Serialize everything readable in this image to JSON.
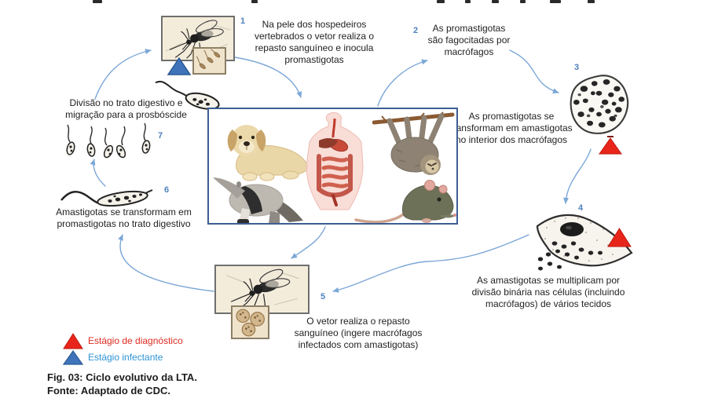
{
  "diagram": {
    "title_fragment_note": "cropped text line at top edge",
    "steps": [
      {
        "number": "1",
        "lines": [
          "Na pele dos hospedeiros",
          "vertebrados o vetor realiza o",
          "repasto sanguíneo e inocula",
          "promastigotas"
        ]
      },
      {
        "number": "2",
        "lines": [
          "As promastigotas",
          "são fagocitadas por",
          "macrófagos"
        ]
      },
      {
        "number": "3",
        "lines": [
          "As promastigotas se",
          "transformam em amastigotas",
          "no interior dos macrófagos"
        ]
      },
      {
        "number": "4",
        "lines": [
          "As amastigotas se multiplicam por",
          "divisão binária nas células (incluindo",
          "macrófagos) de vários tecidos"
        ]
      },
      {
        "number": "5",
        "lines": [
          "O vetor realiza o repasto",
          "sanguíneo (ingere macrófagos",
          "infectados com amastigotas)"
        ]
      },
      {
        "number": "6",
        "lines": [
          "Amastigotas se transformam em",
          "promastigotas no trato digestivo"
        ]
      },
      {
        "number": "7",
        "lines": [
          "Divisão no trato digestivo e",
          "migração para a prosbóscide"
        ]
      }
    ],
    "legend": {
      "diagnostic": {
        "icon": "red-triangle-icon",
        "label": "Estágio de diagnóstico",
        "color": "#dd2b20"
      },
      "infective": {
        "icon": "blue-triangle-icon",
        "label": "Estágio infectante",
        "color": "#2e93d5"
      }
    },
    "caption": {
      "line1": "Fig. 03: Ciclo evolutivo da LTA.",
      "line2": "Fonte: Adaptado de CDC."
    },
    "icons": {
      "sandfly": "sandfly-icon",
      "promastigote": "promastigote-icon",
      "macrophage": "macrophage-icon",
      "infected_cell": "infected-cell-icon",
      "dividing_promastigotes": "dividing-promastigotes-icon",
      "host_images": [
        "dog-image",
        "human-digestive-image",
        "sloth-image",
        "anteater-image",
        "rat-image"
      ]
    },
    "colors": {
      "arrow": "#7ba7d7",
      "step_number": "#4f81bd",
      "fly_box_fill": "#f4ecdb",
      "fly_box_border": "#6f6f6f",
      "inner_box_fill": "#efe3cc",
      "inner_box_border": "#8c7f66",
      "host_box_border": "#3c5e94",
      "diagnostic_red": "#e8251b",
      "infective_blue": "#3f74ba"
    }
  }
}
